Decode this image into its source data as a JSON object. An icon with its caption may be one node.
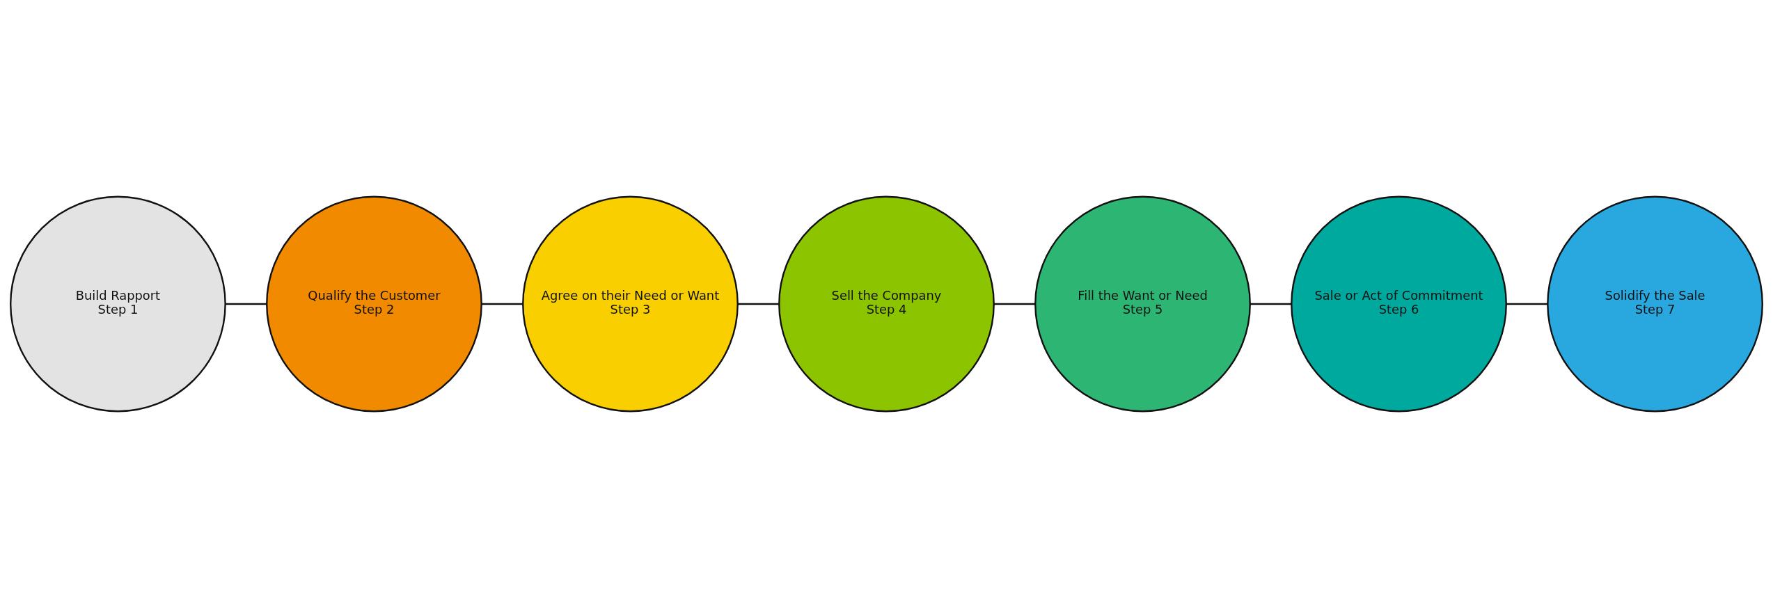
{
  "diagram": {
    "nodes": [
      {
        "text": [
          "Build Rapport",
          "Step 1"
        ]
      },
      {
        "text": [
          "Qualify the Customer",
          "Step 2"
        ]
      },
      {
        "text": [
          "Agree on their Need or Want",
          "Step 3"
        ]
      },
      {
        "text": [
          "Sell the Company",
          "Step 4"
        ]
      },
      {
        "text": [
          "Fill the Want or Need",
          "Step 5"
        ]
      },
      {
        "text": [
          "Sale or Act of Commitment",
          "Step 6"
        ]
      },
      {
        "text": [
          "Solidify the Sale",
          "Step 7"
        ]
      }
    ],
    "edges": [
      {
        "from": 0,
        "to": 1,
        "arrow": "none"
      },
      {
        "from": 1,
        "to": 2,
        "arrow": "none"
      },
      {
        "from": 2,
        "to": 3,
        "arrow": "none"
      },
      {
        "from": 3,
        "to": 4,
        "arrow": "none"
      },
      {
        "from": 4,
        "to": 5,
        "arrow": "none"
      },
      {
        "from": 5,
        "to": 6,
        "arrow": "none"
      }
    ]
  }
}
